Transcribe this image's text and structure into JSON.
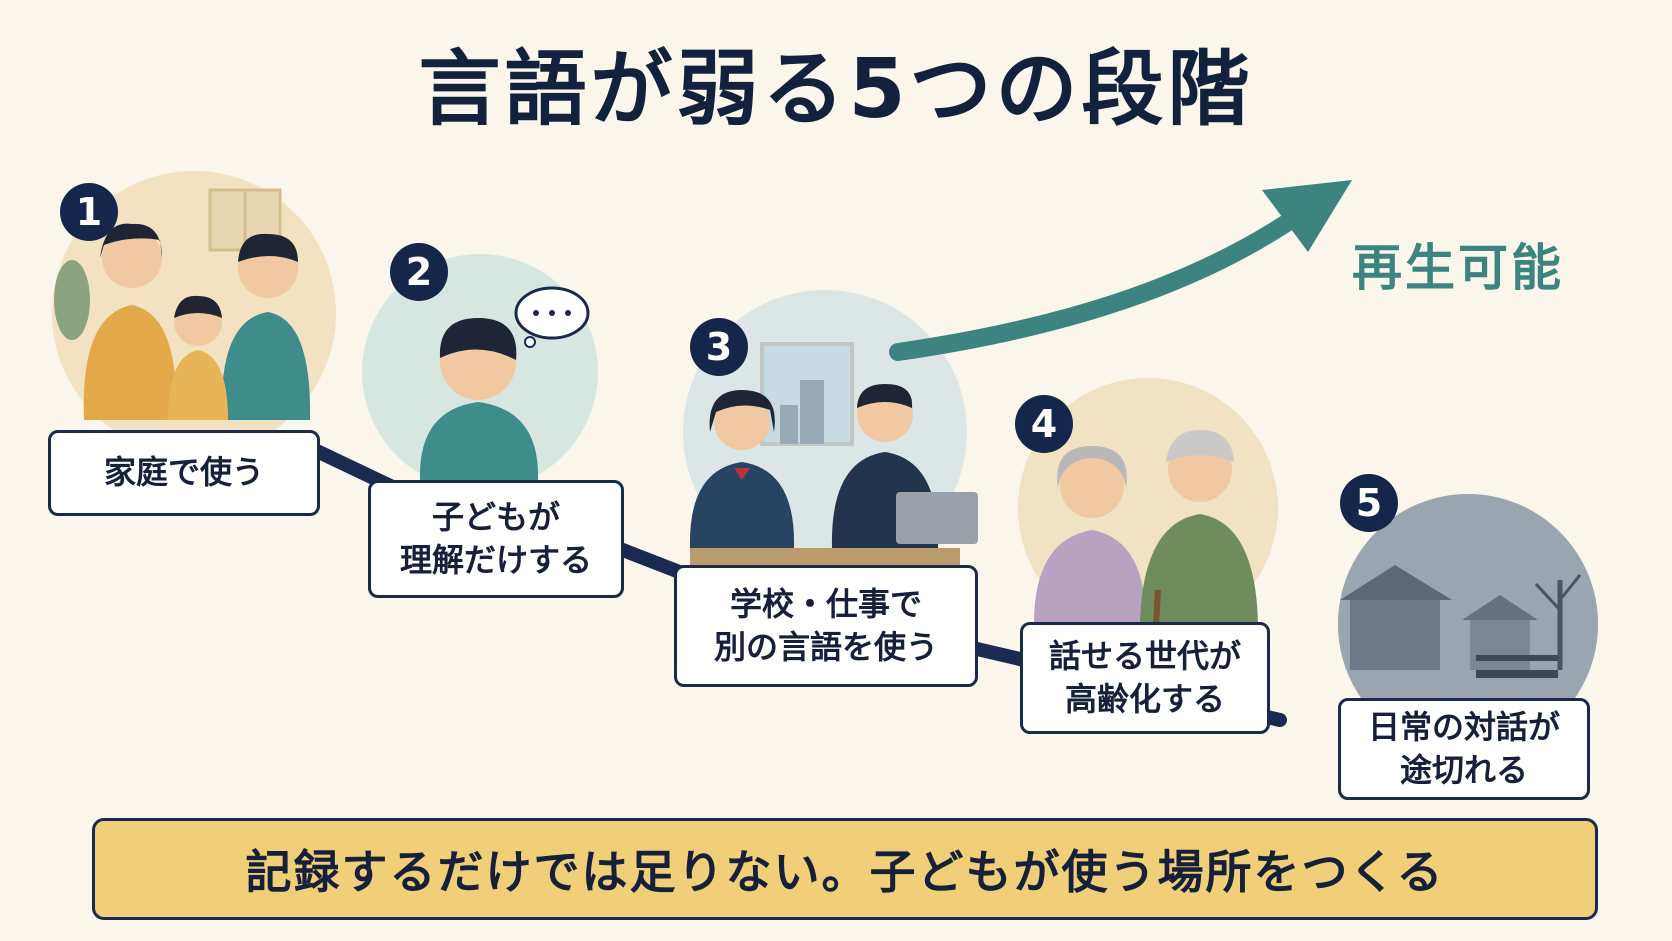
{
  "title": "言語が弱る5つの段階",
  "stages": [
    {
      "number": "1",
      "label": "家庭で使う"
    },
    {
      "number": "2",
      "label": "子どもが\n理解だけする"
    },
    {
      "number": "3",
      "label": "学校・仕事で\n別の言語を使う"
    },
    {
      "number": "4",
      "label": "話せる世代が\n高齢化する"
    },
    {
      "number": "5",
      "label": "日常の対話が\n途切れる"
    }
  ],
  "revival_label": "再生可能",
  "banner": "記録するだけでは足りない。子どもが使う場所をつくる",
  "colors": {
    "background": "#faf6ec",
    "title": "#14213d",
    "number_badge": "#14264a",
    "decline_line": "#1a2a50",
    "revival_arrow": "#3d8480",
    "banner_fill": "#f1cf78"
  }
}
